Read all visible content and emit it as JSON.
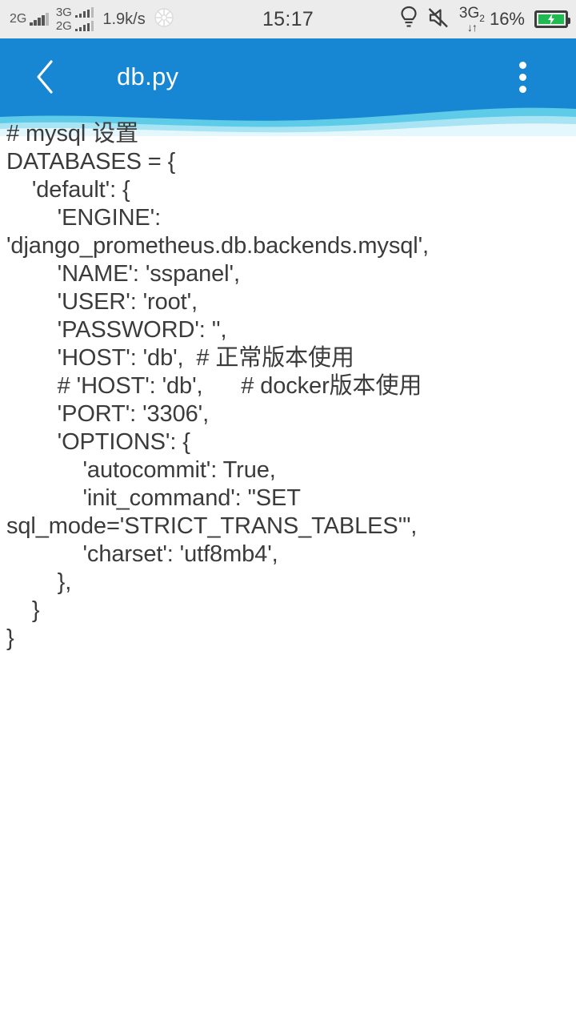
{
  "statusbar": {
    "carrier_primary": "2G",
    "carrier_secondary_top": "3G",
    "carrier_secondary_bottom": "2G",
    "network_speed": "1.9k/s",
    "sync_icon": "sync-circle-icon",
    "clock": "15:17",
    "flashlight_icon": "lightbulb-icon",
    "mute_icon": "speaker-muted-icon",
    "data_network": "3G",
    "data_network_sub": "2",
    "data_arrows": "↓↑",
    "battery_percent": "16%",
    "battery_icon": "battery-charging-icon"
  },
  "appbar": {
    "back_icon": "back-chevron-icon",
    "title": "db.py",
    "overflow_icon": "more-vertical-icon",
    "background_color": "#1787d3"
  },
  "editor": {
    "lines": [
      "# mysql 设置",
      "DATABASES = {",
      "    'default': {",
      "        'ENGINE':",
      "'django_prometheus.db.backends.mysql',",
      "        'NAME': 'sspanel',",
      "        'USER': 'root',",
      "        'PASSWORD': '',",
      "        'HOST': 'db',  # 正常版本使用",
      "        # 'HOST': 'db',      # docker版本使用",
      "        'PORT': '3306',",
      "        'OPTIONS': {",
      "            'autocommit': True,",
      "            'init_command': \"SET",
      "sql_mode='STRICT_TRANS_TABLES'\",",
      "            'charset': 'utf8mb4',",
      "        },",
      "    }",
      "}"
    ],
    "text_color": "#3b3b3b"
  }
}
